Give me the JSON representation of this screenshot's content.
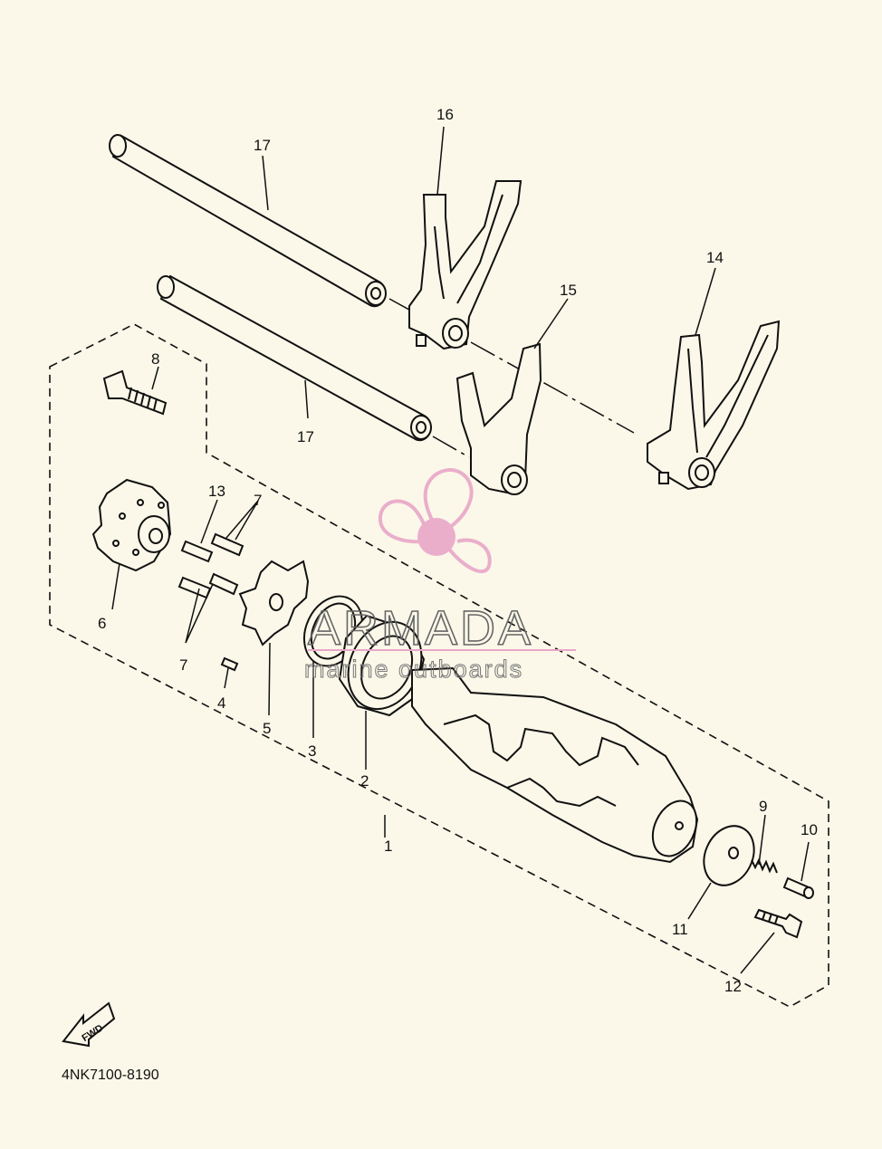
{
  "diagram": {
    "part_labels": [
      {
        "id": "1",
        "text": "1"
      },
      {
        "id": "2",
        "text": "2"
      },
      {
        "id": "3",
        "text": "3"
      },
      {
        "id": "4",
        "text": "4"
      },
      {
        "id": "5",
        "text": "5"
      },
      {
        "id": "6",
        "text": "6"
      },
      {
        "id": "7a",
        "text": "7"
      },
      {
        "id": "7b",
        "text": "7"
      },
      {
        "id": "8",
        "text": "8"
      },
      {
        "id": "9",
        "text": "9"
      },
      {
        "id": "10",
        "text": "10"
      },
      {
        "id": "11",
        "text": "11"
      },
      {
        "id": "12",
        "text": "12"
      },
      {
        "id": "13",
        "text": "13"
      },
      {
        "id": "14",
        "text": "14"
      },
      {
        "id": "15",
        "text": "15"
      },
      {
        "id": "16",
        "text": "16"
      },
      {
        "id": "17a",
        "text": "17"
      },
      {
        "id": "17b",
        "text": "17"
      }
    ],
    "fwd_arrow_text": "FWD",
    "diagram_code": "4NK7100-8190"
  },
  "watermark": {
    "brand": "ARMADA",
    "tagline": "marine outboards",
    "logo_icon": "propeller-icon",
    "logo_color": "#e9a6c8"
  }
}
